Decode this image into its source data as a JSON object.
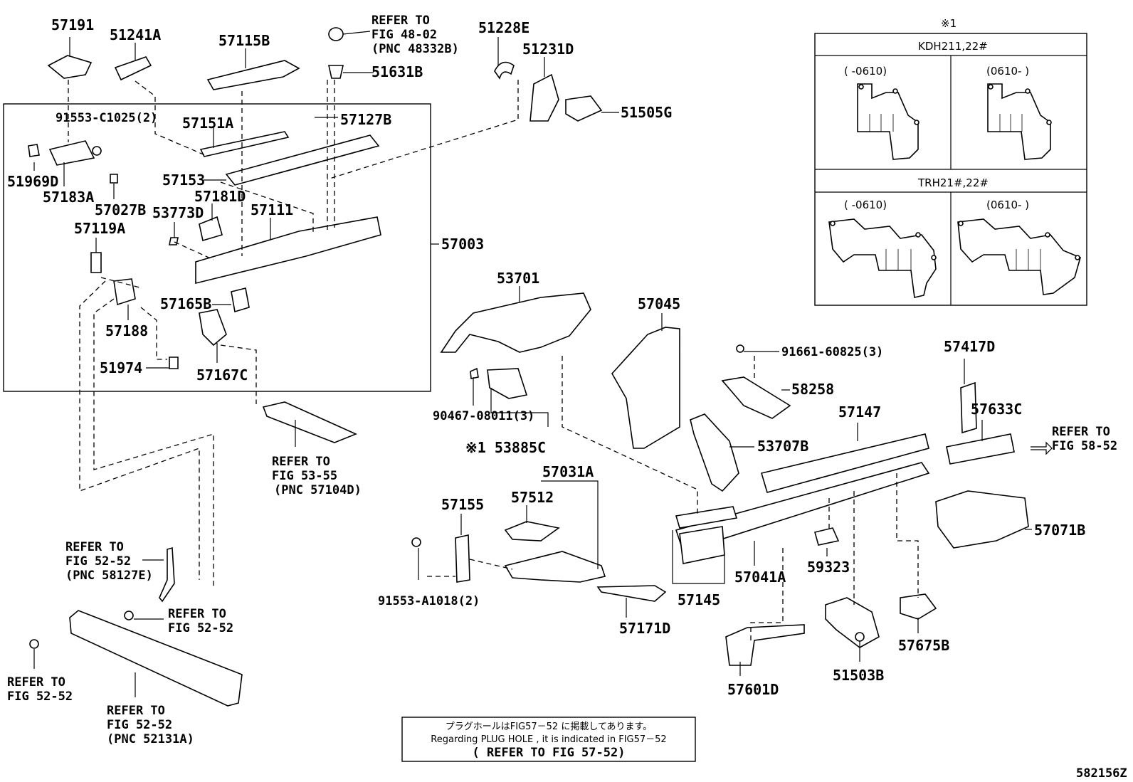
{
  "diagram_code": "582156Z",
  "inset": {
    "mark": "※1",
    "groups": [
      {
        "model": "KDH211,22#",
        "ranges": [
          "(      -0610)",
          "(0610-      )"
        ]
      },
      {
        "model": "TRH21#,22#",
        "ranges": [
          "(      -0610)",
          "(0610-      )"
        ]
      }
    ]
  },
  "parts": {
    "p57191": "57191",
    "p51241A": "51241A",
    "p57115B": "57115B",
    "p51631B": "51631B",
    "p51228E": "51228E",
    "p51231D": "51231D",
    "p51505G": "51505G",
    "p91553C": "91553-C1025(2)",
    "p57151A": "57151A",
    "p57127B": "57127B",
    "p51969D": "51969D",
    "p57183A": "57183A",
    "p57153": "57153",
    "p57027B": "57027B",
    "p57181D": "57181D",
    "p53773D": "53773D",
    "p57111": "57111",
    "p57119A": "57119A",
    "p57003": "57003",
    "p57165B": "57165B",
    "p57188": "57188",
    "p51974": "51974",
    "p57167C": "57167C",
    "p53701": "53701",
    "p57045": "57045",
    "p91661": "91661-60825(3)",
    "p57417D": "57417D",
    "p58258": "58258",
    "p57147": "57147",
    "p57633C": "57633C",
    "p90467": "90467-08011(3)",
    "p53885C": "※1 53885C",
    "p53707B": "53707B",
    "p57031A": "57031A",
    "p57155": "57155",
    "p57512": "57512",
    "p57071B": "57071B",
    "p59323": "59323",
    "p91553A": "91553-A1018(2)",
    "p57041A": "57041A",
    "p57145": "57145",
    "p57171D": "57171D",
    "p57675B": "57675B",
    "p51503B": "51503B",
    "p57601D": "57601D"
  },
  "refs": {
    "r4802": [
      "REFER TO",
      "FIG 48-02",
      "(PNC 48332B)"
    ],
    "r5355": [
      "REFER TO",
      "FIG 53-55",
      "(PNC 57104D)"
    ],
    "r5852": [
      "REFER TO",
      "FIG 58-52"
    ],
    "r5252a": [
      "REFER TO",
      "FIG 52-52",
      "(PNC 58127E)"
    ],
    "r5252b": [
      "REFER TO",
      "FIG 52-52"
    ],
    "r5252c": [
      "REFER TO",
      "FIG 52-52"
    ],
    "r5252d": [
      "REFER TO",
      "FIG 52-52",
      "(PNC 52131A)"
    ]
  },
  "note": {
    "jp": "プラグホールはFIG57－52 に掲載してあります。",
    "en": "Regarding  PLUG HOLE , it is  indicated  in  FIG57－52",
    "ref": "( REFER  TO  FIG  57-52)"
  }
}
